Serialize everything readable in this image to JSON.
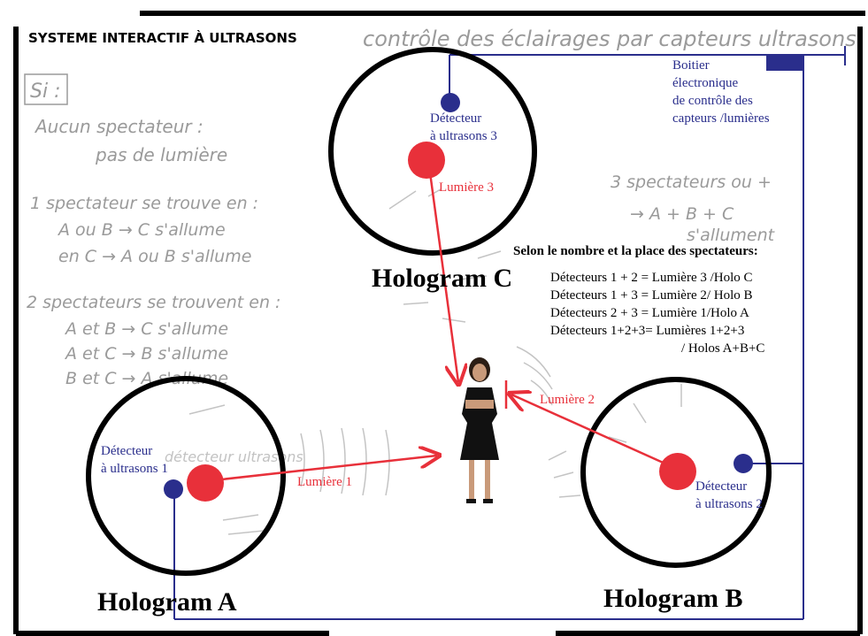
{
  "title": "SYSTEME INTERACTIF À ULTRASONS",
  "handwritten": {
    "header": "contrôle des éclairages par capteurs ultrasons",
    "si": "Si :",
    "l1a": "Aucun spectateur :",
    "l1b": "pas de lumière",
    "l2a": "1 spectateur se trouve en :",
    "l2b": "A ou B → C s'allume",
    "l2c": "en C → A ou B s'allume",
    "l3a": "2 spectateurs se trouvent en :",
    "l3b": "A et B → C s'allume",
    "l3c": "A et C → B s'allume",
    "l3d": "B et C → A s'allume",
    "l4a": "3 spectateurs ou +",
    "l4b": "→ A + B + C",
    "l4c": "s'allument",
    "faint": "détecteur ultrasons"
  },
  "control_box": {
    "l1": "Boitier",
    "l2": "électronique",
    "l3": "de contrôle des",
    "l4": "capteurs /lumières"
  },
  "holograms": {
    "a": "Hologram A",
    "b": "Hologram B",
    "c": "Hologram C"
  },
  "detectors": {
    "d1a": "Détecteur",
    "d1b": "à ultrasons 1",
    "d2a": "Détecteur",
    "d2b": "à ultrasons 2",
    "d3a": "Détecteur",
    "d3b": "à ultrasons 3"
  },
  "lights": {
    "l1": "Lumière 1",
    "l2": "Lumière 2",
    "l3": "Lumière 3"
  },
  "rules": {
    "heading": "Selon le nombre et la place des spectateurs:",
    "r1": "Détecteurs 1 + 2 = Lumière 3 /Holo C",
    "r2": "Détecteurs 1 + 3 = Lumière 2/ Holo B",
    "r3": "Détecteurs 2 + 3 = Lumière 1/Holo A",
    "r4": "Détecteurs 1+2+3= Lumières 1+2+3",
    "r5": "/ Holos A+B+C"
  },
  "colors": {
    "frame": "#000000",
    "wire": "#2a2e8c",
    "detector": "#2a2e8c",
    "light": "#e8303a",
    "pencil": "#9a9a9a"
  }
}
